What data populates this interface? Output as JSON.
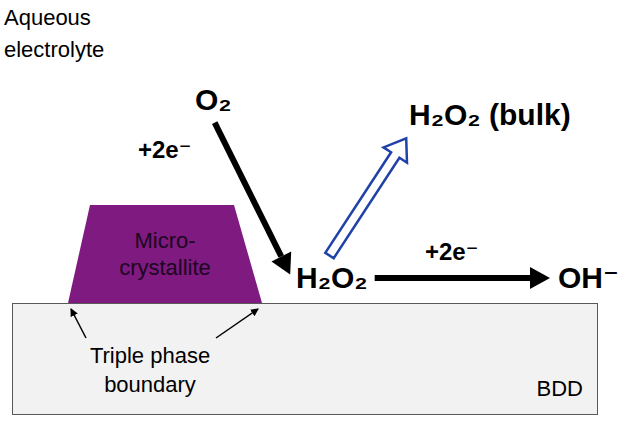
{
  "diagram": {
    "nodes": [
      {
        "text": [
          "O₂"
        ]
      },
      {
        "text": [
          "H₂O₂ (bulk)"
        ]
      },
      {
        "text": [
          "Micro-crystallite"
        ]
      },
      {
        "text": [
          "H₂O₂"
        ]
      },
      {
        "text": [
          "OH⁻"
        ]
      },
      {
        "text": [
          "BDD"
        ]
      }
    ],
    "edges": [
      {
        "from": 0,
        "to": 3,
        "label": "+2e⁻",
        "arrow": "to"
      },
      {
        "from": 3,
        "to": 1,
        "arrow": "to"
      },
      {
        "from": 3,
        "to": 4,
        "label": "+2e⁻",
        "arrow": "to"
      }
    ],
    "labels": [
      "Aqueous electrolyte",
      "Triple phase boundary"
    ]
  }
}
